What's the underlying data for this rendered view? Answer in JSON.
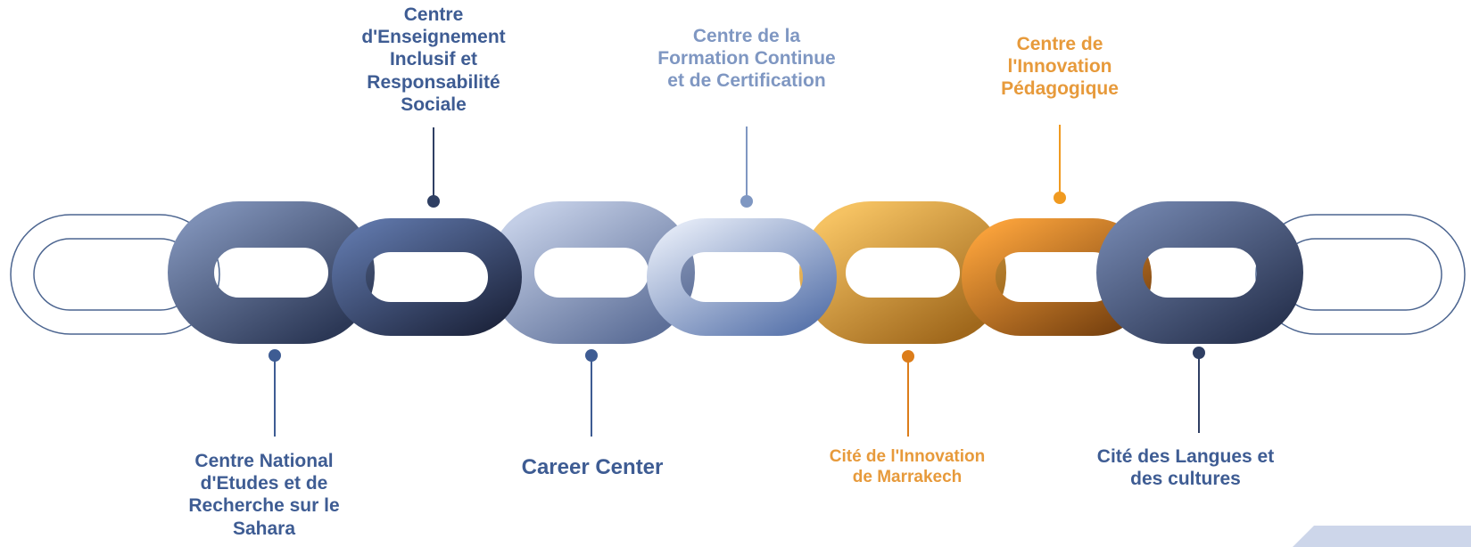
{
  "labels": [
    {
      "id": "cnerss",
      "lines": [
        "Centre National",
        "d'Etudes et de",
        "Recherche sur le",
        "Sahara"
      ],
      "color": "#3e5c93"
    },
    {
      "id": "ceirs",
      "lines": [
        "Centre",
        "d'Enseignement",
        "Inclusif et",
        "Responsabilité",
        "Sociale"
      ],
      "color": "#3e5c93"
    },
    {
      "id": "career",
      "lines": [
        "Career Center"
      ],
      "color": "#3e5c93"
    },
    {
      "id": "cfcc",
      "lines": [
        "Centre de la",
        "Formation Continue",
        "et de Certification"
      ],
      "color": "#7f97c2"
    },
    {
      "id": "cim",
      "lines": [
        "Cité de l'Innovation",
        "de Marrakech"
      ],
      "color": "#e79a3b"
    },
    {
      "id": "cip",
      "lines": [
        "Centre de",
        "l'Innovation",
        "Pédagogique"
      ],
      "color": "#e79a3b"
    },
    {
      "id": "clc",
      "lines": [
        "Cité des Langues et",
        "des cultures"
      ],
      "color": "#3e5c93"
    }
  ],
  "colors": {
    "outline": "#4c6590",
    "navy_dark": "#27324d",
    "navy": "#4a5f8c",
    "light_blue": "#a8b8d8",
    "orange": "#e0982d",
    "orange_dark": "#8a5217"
  }
}
